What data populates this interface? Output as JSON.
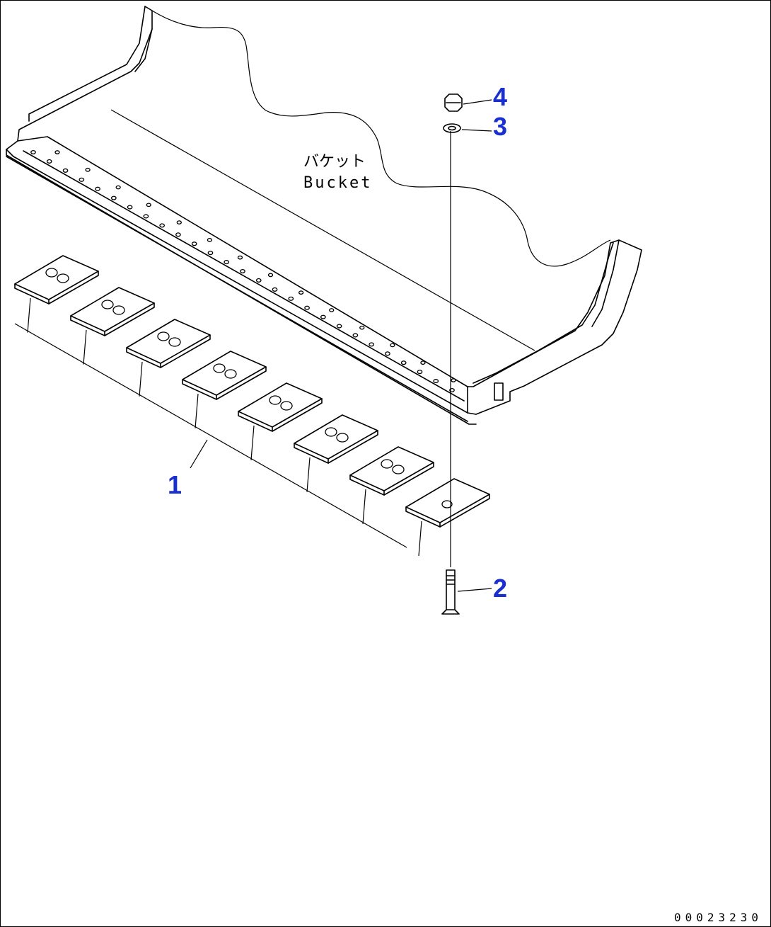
{
  "diagram": {
    "bucket_label_jp": "バケット",
    "bucket_label_en": "Bucket",
    "drawing_code": "00023230",
    "callouts": [
      {
        "id": "1",
        "text": "1"
      },
      {
        "id": "2",
        "text": "2"
      },
      {
        "id": "3",
        "text": "3"
      },
      {
        "id": "4",
        "text": "4"
      }
    ],
    "colors": {
      "callout": "#1a2fd0",
      "line": "#000000",
      "background": "#ffffff"
    }
  }
}
